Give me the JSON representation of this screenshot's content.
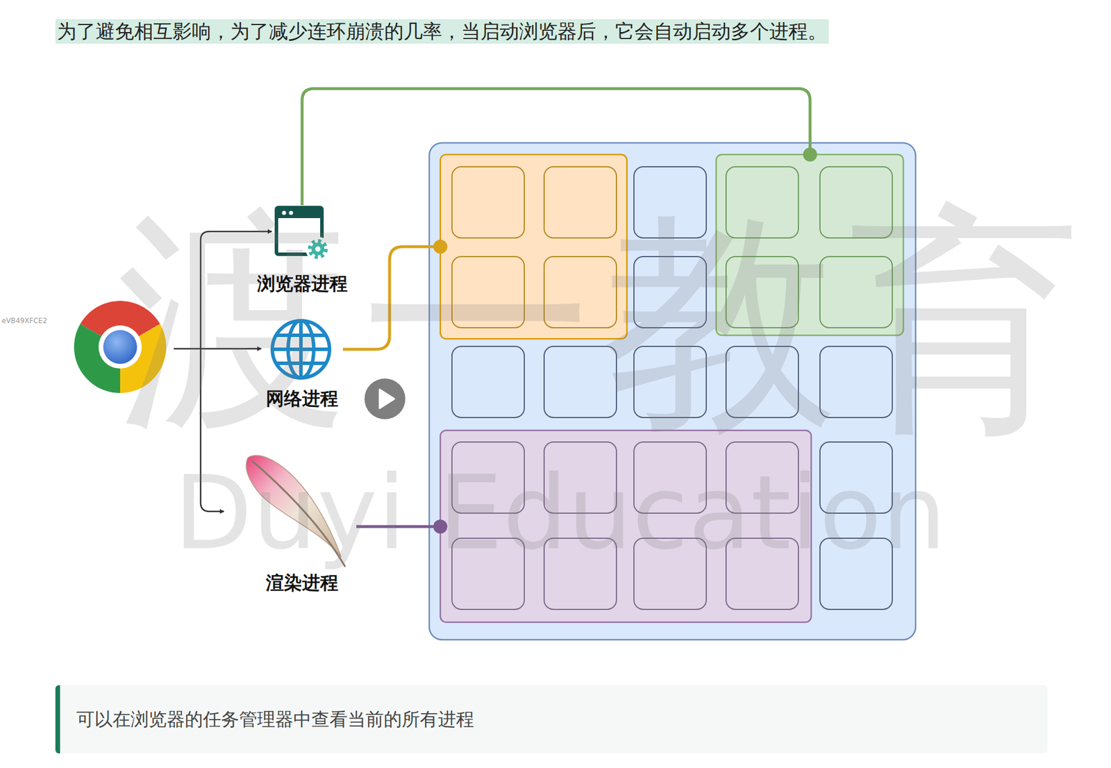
{
  "diagram": {
    "title": "为了避免相互影响，为了减少连环崩溃的几率，当启动浏览器后，它会自动启动多个进程。",
    "caption": "可以在浏览器的任务管理器中查看当前的所有进程",
    "nodes": [
      {
        "text": [
          "浏览器进程"
        ]
      },
      {
        "text": [
          "网络进程"
        ]
      },
      {
        "text": [
          "渲染进程"
        ]
      }
    ],
    "labels": [
      "eVB49XFCE2",
      "渡一教育",
      "Duyi Education"
    ]
  }
}
